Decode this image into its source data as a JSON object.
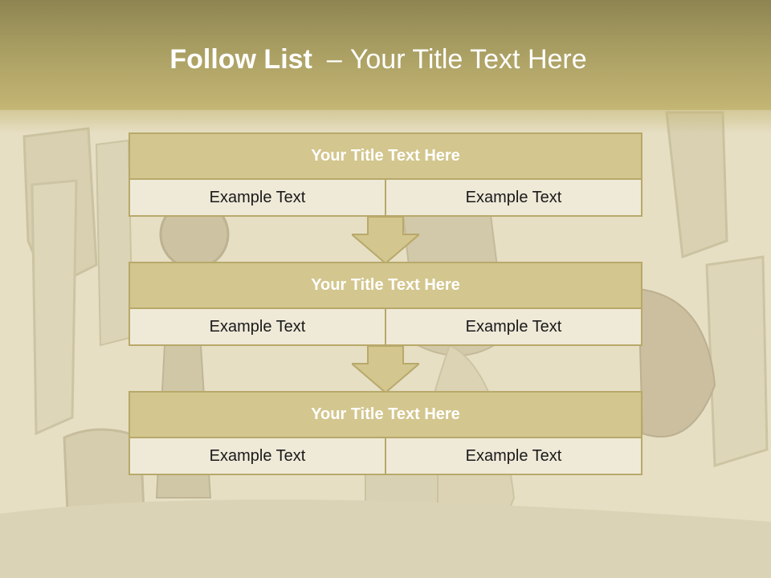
{
  "slide": {
    "title_bold": "Follow List",
    "title_dash": "–",
    "title_rest": "Your Title Text Here"
  },
  "blocks": [
    {
      "title": "Your Title Text Here",
      "cells": [
        "Example Text",
        "Example Text"
      ]
    },
    {
      "title": "Your Title Text Here",
      "cells": [
        "Example Text",
        "Example Text"
      ]
    },
    {
      "title": "Your Title Text Here",
      "cells": [
        "Example Text",
        "Example Text"
      ]
    }
  ],
  "colors": {
    "header": "#b3a86a",
    "block_head": "#d3c68e",
    "block_border": "#b8a96b",
    "cell_fill": "#efe9d8",
    "arrow_fill": "#d3c68e"
  }
}
